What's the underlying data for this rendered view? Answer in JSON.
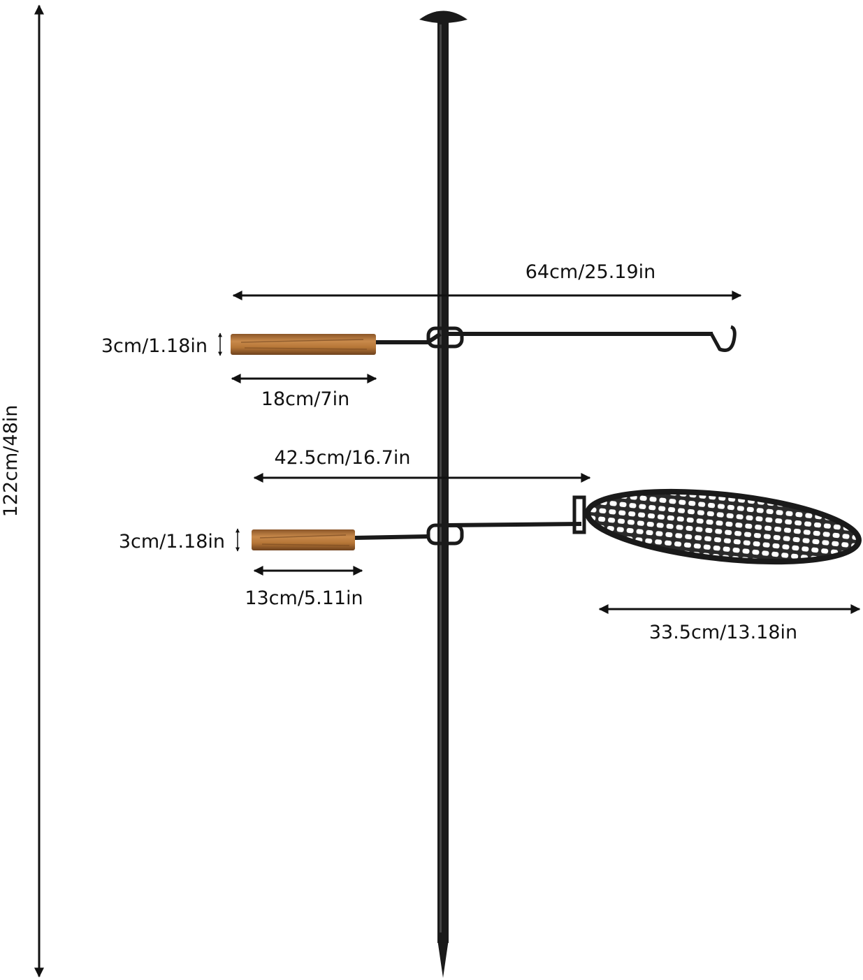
{
  "diagram": {
    "dimensions": {
      "total_height": "122cm/48in",
      "upper_arm_length": "64cm/25.19in",
      "upper_handle_diameter": "3cm/1.18in",
      "upper_handle_length": "18cm/7in",
      "lower_arm_length": "42.5cm/16.7in",
      "lower_handle_diameter": "3cm/1.18in",
      "lower_handle_length": "13cm/5.11in",
      "grill_diameter": "33.5cm/13.18in"
    },
    "colors": {
      "metal": "#1a1a1a",
      "wood_light": "#c98a4b",
      "wood_dark": "#7a4a22",
      "arrow": "#111111"
    }
  }
}
